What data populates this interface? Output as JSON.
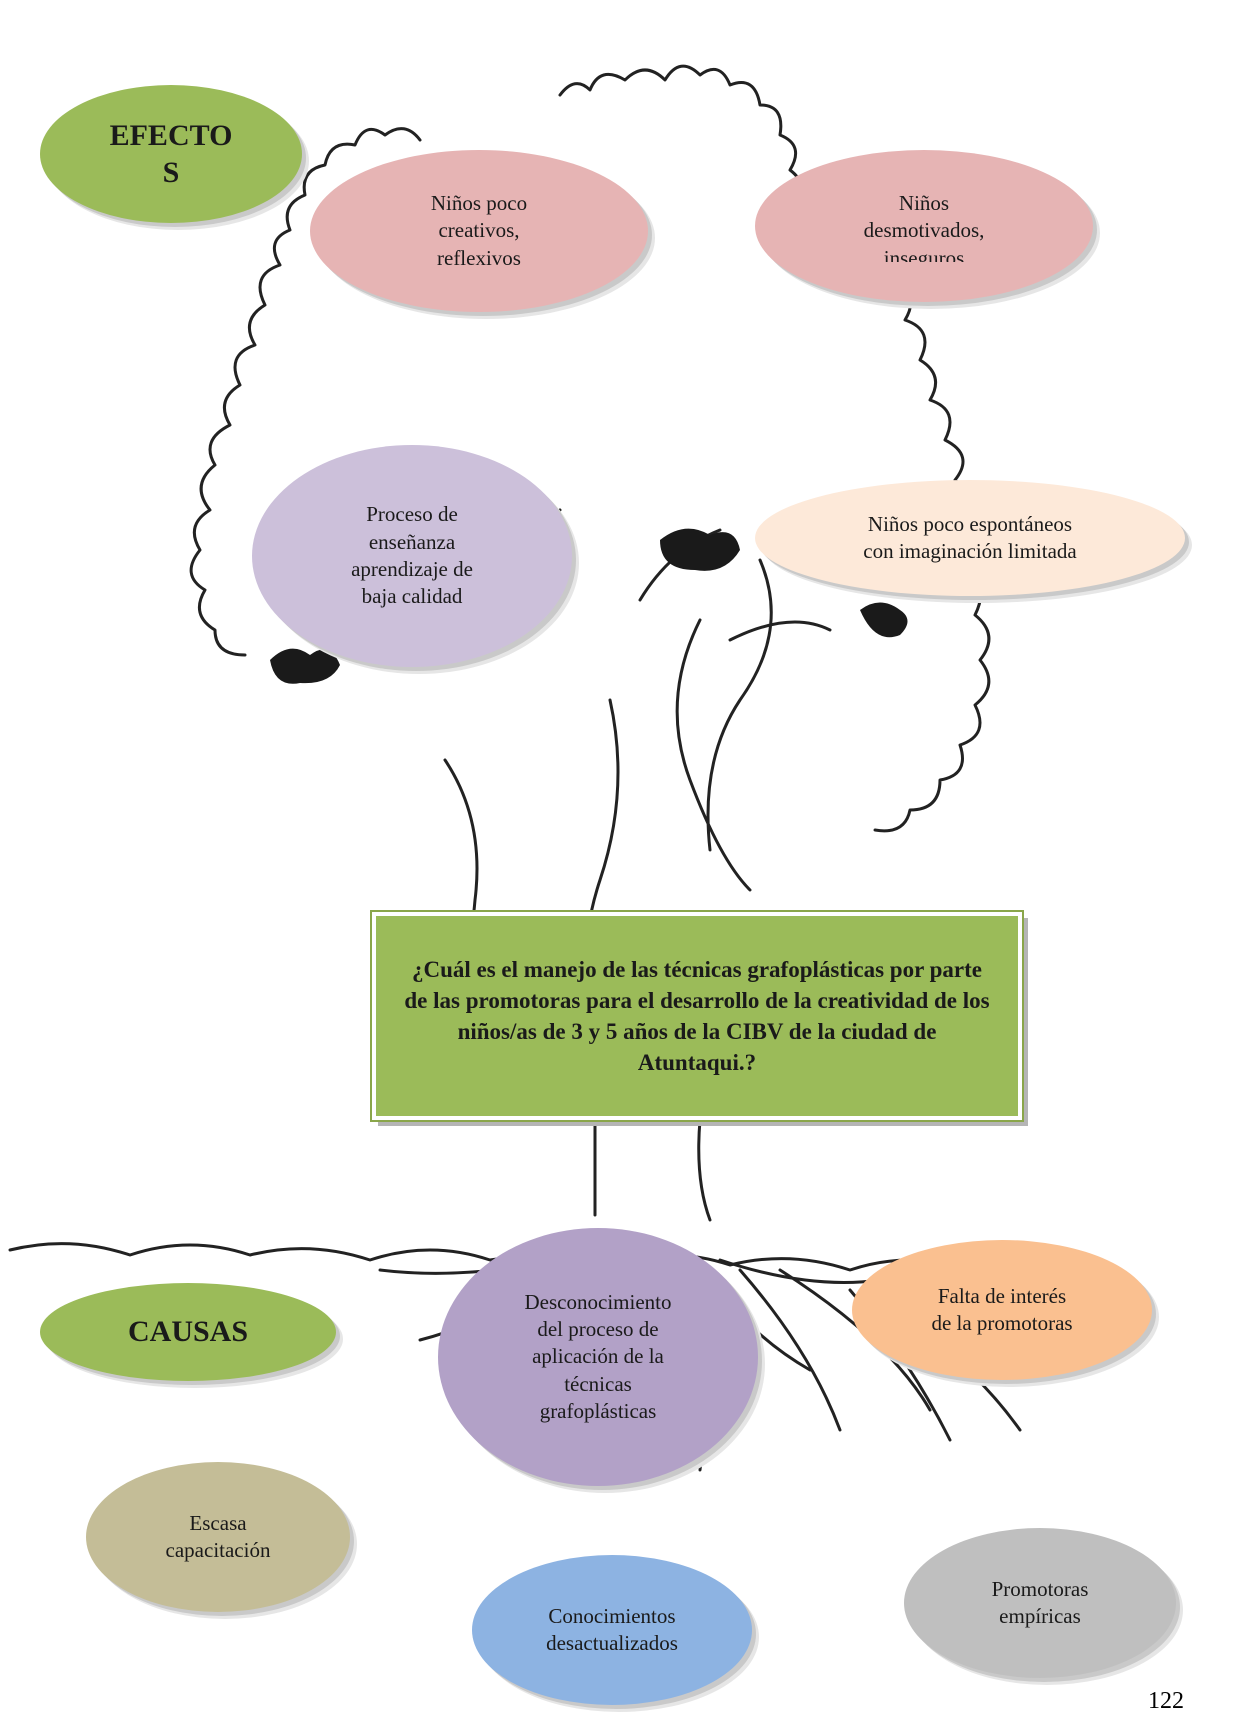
{
  "labels": {
    "effects": "EFECTO\nS",
    "causes": "CAUSAS"
  },
  "effects": [
    "Niños poco\ncreativos,\nreflexivos",
    "Niños\ndesmotivados,\ninseguros",
    "Proceso de\nenseñanza\naprendizaje de\nbaja calidad",
    "Niños poco espontáneos\ncon imaginación limitada"
  ],
  "problem": "¿Cuál es el manejo de las técnicas grafoplásticas por parte de las promotoras para el desarrollo de la creatividad de los niños/as de 3 y 5 años de la CIBV de la ciudad de Atuntaqui.?",
  "causes": [
    "Desconocimiento\ndel proceso de\naplicación de la\ntécnicas\ngrafoplásticas",
    "Falta de interés\nde la promotoras",
    "Escasa\ncapacitación",
    "Conocimientos\ndesactualizados",
    "Promotoras\nempíricas"
  ],
  "page_number": "122",
  "colors": {
    "label_green": "#9bbb59",
    "effect_pink": "#e6b4b4",
    "effect_lavender": "#ccc0da",
    "effect_peach": "#fde9d9",
    "cause_purple": "#b2a1c7",
    "cause_orange": "#fac090",
    "cause_khaki": "#c4bd97",
    "cause_blue": "#8db3e2",
    "cause_gray": "#bfbfbf"
  }
}
